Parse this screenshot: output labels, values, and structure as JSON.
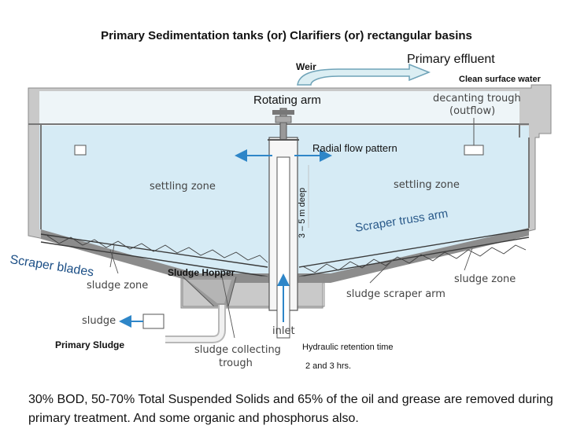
{
  "title": "Primary Sedimentation tanks (or) Clarifiers (or) rectangular basins",
  "labels": {
    "weir": "Weir",
    "primary_effluent": "Primary effluent",
    "clean_surface_water": "Clean surface water",
    "rotating_arm": "Rotating arm",
    "decanting_trough": "decanting trough",
    "outflow": "(outflow)",
    "radial_flow": "Radial flow pattern",
    "settling_zone_left": "settling zone",
    "settling_zone_right": "settling zone",
    "depth": "3 – 5 m deep",
    "scraper_truss_arm": "Scraper truss arm",
    "scraper_blades": "Scraper blades",
    "sludge_zone_left": "sludge zone",
    "sludge_zone_right": "sludge zone",
    "sludge_hopper": "Sludge Hopper",
    "sludge_scraper_arm": "sludge scraper arm",
    "sludge": "sludge",
    "primary_sludge": "Primary Sludge",
    "sludge_collecting": "sludge collecting",
    "trough": "trough",
    "inlet": "inlet",
    "hrt": "Hydraulic retention time",
    "hrt_value": "2 and 3 hrs."
  },
  "caption": "30% BOD, 50-70% Total Suspended Solids and 65% of the oil and grease are removed during primary treatment. And some organic and phosphorus also.",
  "colors": {
    "water": "#d6ebf5",
    "tank_wall": "#c9c9c9",
    "arrow_blue": "#2e86c8",
    "effluent_arrow": "#6fa3b8"
  }
}
